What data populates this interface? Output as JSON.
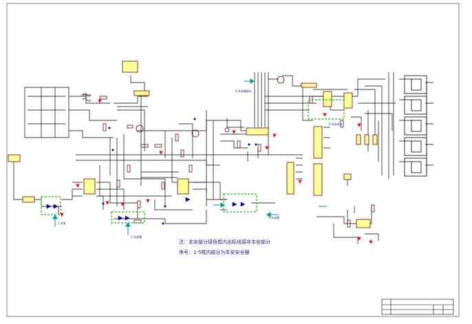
{
  "notes": {
    "line1": "注：本安部分绿色框内出标线接非本安部分",
    "line2": "序号：1-5框内部分为本安安全栅"
  },
  "callouts": {
    "c1": "1 本安",
    "c2": "2 本安栅",
    "c3": "3 本安栅",
    "c4": "4 本安栅部分",
    "c5": "5 本安部分"
  },
  "colors": {
    "wire": "#000000",
    "component": "#7a0000",
    "ic_fill": "#ffff99",
    "ground": "#ff0000",
    "green_box": "#00cc00",
    "arrow": "#009999",
    "note_text": "#2020a0",
    "frame": "#808080"
  }
}
